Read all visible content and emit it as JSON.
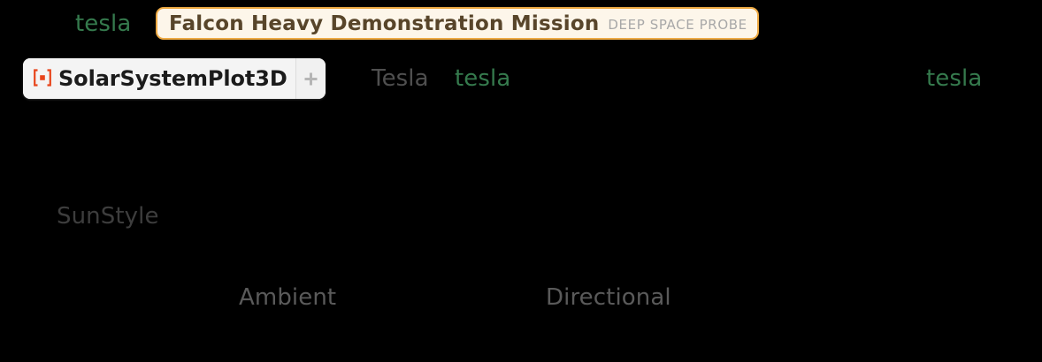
{
  "notebook": {
    "background": "#000000",
    "style": "dark-notebook-input-cell"
  },
  "colors": {
    "symbol_green": "#357a4d",
    "option_gray": "#4f4f4f",
    "entity_border": "#eeaa44",
    "entity_background": "#fdf6ea",
    "entity_text": "#58452a",
    "entity_type_text": "#a8a8a8",
    "resource_icon": "#e8441a",
    "resource_button_background": "#f1f1f1"
  },
  "line1": {
    "variable": "tesla",
    "entity": {
      "label": "Falcon Heavy Demonstration Mission",
      "type": "DEEP SPACE PROBE"
    }
  },
  "line2": {
    "resource_function": {
      "icon": "resource-function-icon",
      "name": "SolarSystemPlot3D",
      "add_label": "+"
    },
    "tesla_label": "Tesla",
    "tesla_variable": "tesla",
    "trailing_variable": "tesla"
  },
  "line3": {
    "option": "SunStyle"
  },
  "line4": {
    "ambient": "Ambient",
    "directional": "Directional"
  }
}
